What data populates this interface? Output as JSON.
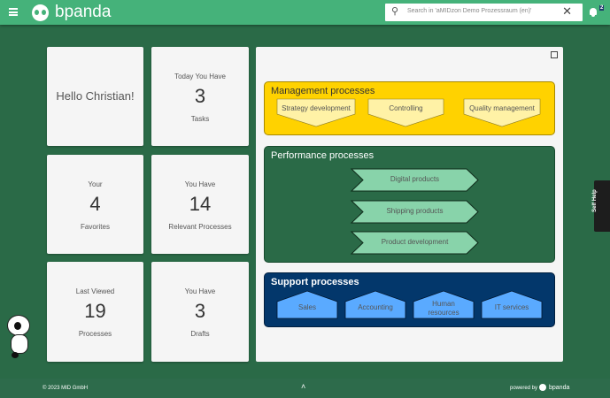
{
  "header": {
    "brand": "bpanda",
    "search_placeholder": "Search in 'aMIDzon Demo Prozessraum (en)'",
    "notifications": "2"
  },
  "cards": {
    "hello": "Hello Christian!",
    "tasks": {
      "top": "Today You Have",
      "num": "3",
      "bottom": "Tasks"
    },
    "favorites": {
      "top": "Your",
      "num": "4",
      "bottom": "Favorites"
    },
    "relevant": {
      "top": "You Have",
      "num": "14",
      "bottom": "Relevant Processes"
    },
    "viewed": {
      "top": "Last Viewed",
      "num": "19",
      "bottom": "Processes"
    },
    "drafts": {
      "top": "You Have",
      "num": "3",
      "bottom": "Drafts"
    }
  },
  "map": {
    "management": {
      "title": "Management processes",
      "items": [
        "Strategy development",
        "Controlling",
        "Quality management"
      ]
    },
    "performance": {
      "title": "Performance processes",
      "items": [
        "Digital products",
        "Shipping products",
        "Product development"
      ]
    },
    "support": {
      "title": "Support processes",
      "items": [
        "Sales",
        "Accounting",
        "Human resources",
        "IT services"
      ]
    }
  },
  "self_help": "Self Help",
  "footer": {
    "copyright": "© 2023 MID GmbH",
    "powered": "powered by",
    "brand": "bpanda"
  },
  "colors": {
    "header": "#45b27a",
    "management": "#ffd200",
    "performance": "#2a6a47",
    "support": "#03376b"
  }
}
